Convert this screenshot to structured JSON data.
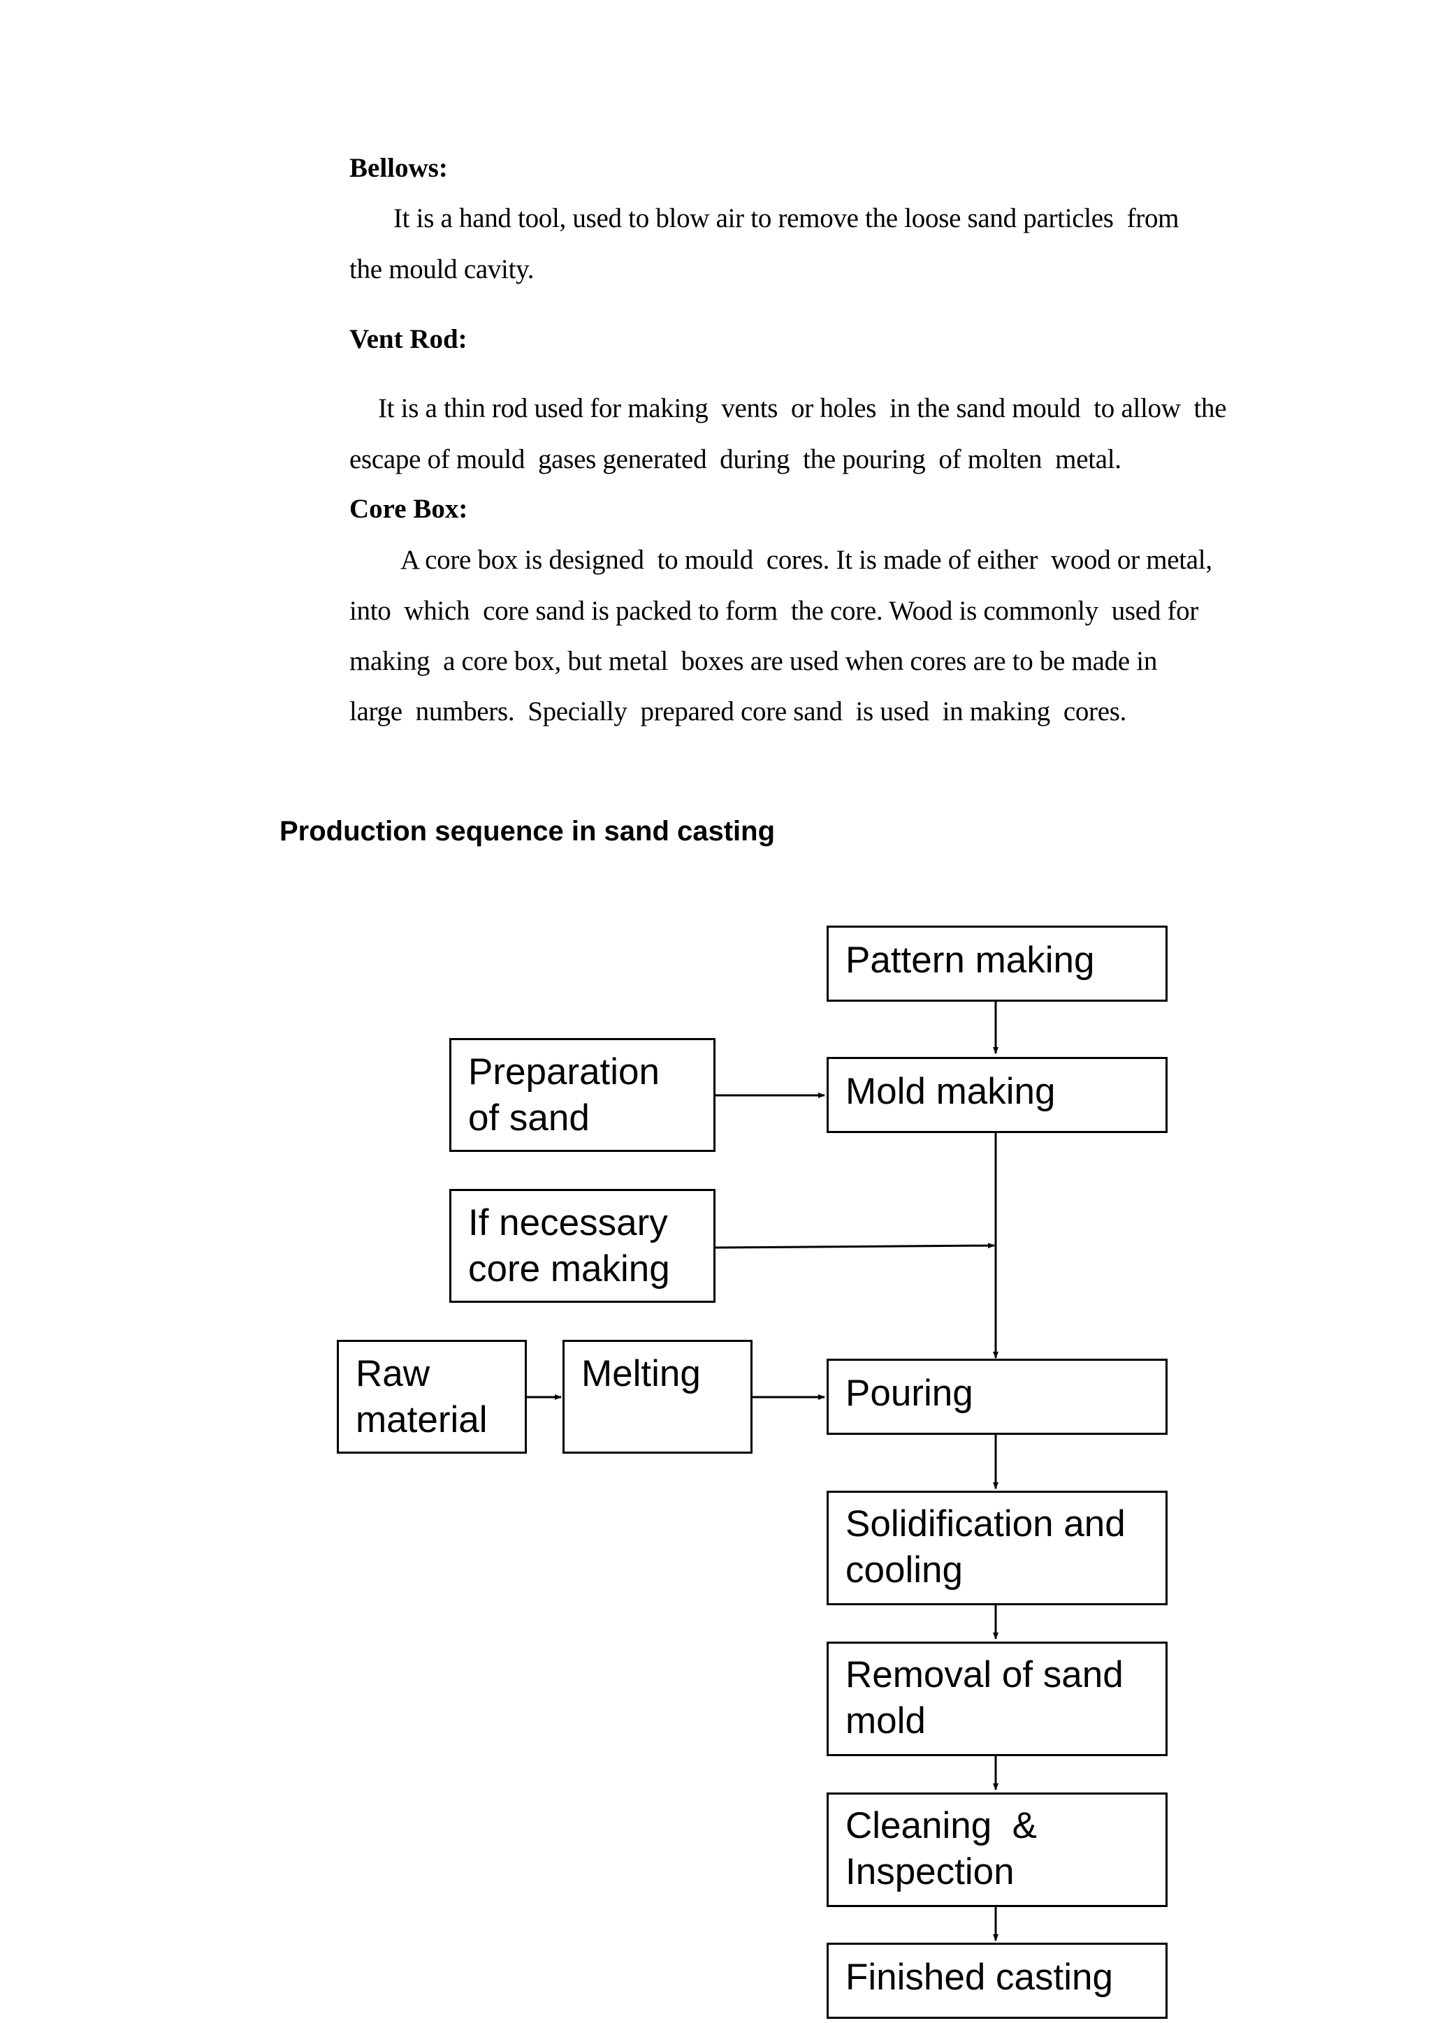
{
  "sections": [
    {
      "heading": "Bellows:",
      "lines": [
        "It is a hand tool, used to blow air to remove the loose sand particles  from",
        "the mould cavity."
      ]
    },
    {
      "heading": "Vent Rod:",
      "lines": [
        "It is a thin rod used for making  vents  or holes  in the sand mould  to allow  the",
        "escape of mould  gases generated  during  the pouring  of molten  metal."
      ]
    },
    {
      "heading": "Core  Box:",
      "lines": [
        "A core box is designed  to mould  cores. It is made of either  wood or metal,",
        "into  which  core sand is packed to form  the core. Wood is commonly  used for",
        "making  a core box, but metal  boxes are used when cores are to be made in",
        "large  numbers.  Specially  prepared core sand  is used  in making  cores."
      ]
    }
  ],
  "diagram": {
    "title": "Production sequence in sand casting",
    "boxes": {
      "pattern_making": [
        "Pattern making"
      ],
      "mold_making": [
        "Mold making"
      ],
      "preparation_of_sand": [
        "Preparation",
        "of sand"
      ],
      "core_making": [
        "If necessary",
        "core making"
      ],
      "raw_material": [
        "Raw",
        "material"
      ],
      "melting": [
        "Melting"
      ],
      "pouring": [
        "Pouring"
      ],
      "solidification": [
        "Solidification and",
        "cooling"
      ],
      "removal": [
        "Removal of sand",
        "mold"
      ],
      "cleaning": [
        "Cleaning  &",
        "Inspection"
      ],
      "finished": [
        "Finished casting"
      ]
    }
  }
}
